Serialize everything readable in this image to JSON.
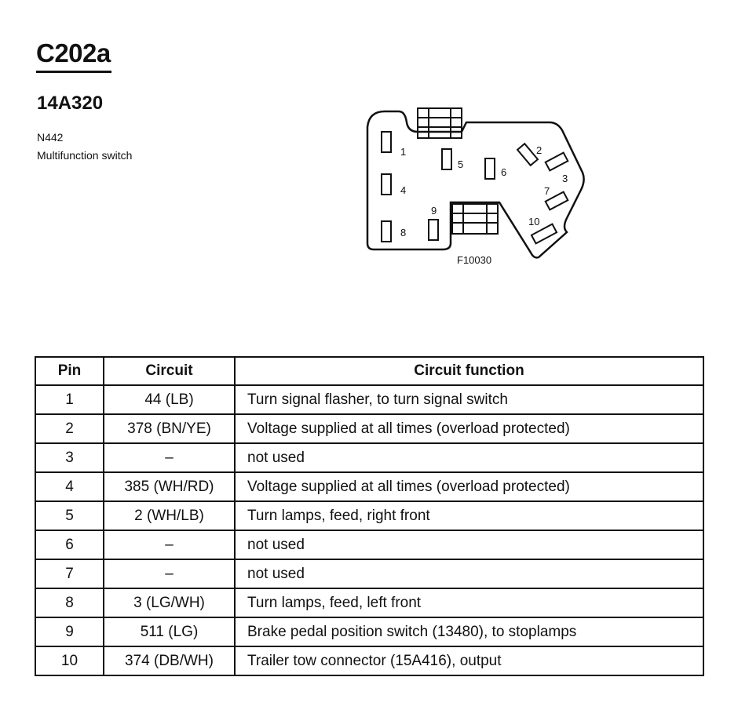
{
  "header": {
    "connector_id": "C202a",
    "part_number": "14A320",
    "connector_code": "N442",
    "connector_name": "Multifunction switch"
  },
  "diagram": {
    "figure_label": "F10030",
    "pin_labels": [
      "1",
      "2",
      "3",
      "4",
      "5",
      "6",
      "7",
      "8",
      "9",
      "10"
    ]
  },
  "table": {
    "headers": [
      "Pin",
      "Circuit",
      "Circuit function"
    ],
    "rows": [
      {
        "pin": "1",
        "circuit": "44 (LB)",
        "function": "Turn signal flasher, to turn signal switch"
      },
      {
        "pin": "2",
        "circuit": "378 (BN/YE)",
        "function": "Voltage supplied at all times (overload protected)"
      },
      {
        "pin": "3",
        "circuit": "–",
        "function": "not used"
      },
      {
        "pin": "4",
        "circuit": "385 (WH/RD)",
        "function": "Voltage supplied at all times (overload protected)"
      },
      {
        "pin": "5",
        "circuit": "2 (WH/LB)",
        "function": "Turn lamps, feed, right front"
      },
      {
        "pin": "6",
        "circuit": "–",
        "function": "not used"
      },
      {
        "pin": "7",
        "circuit": "–",
        "function": "not used"
      },
      {
        "pin": "8",
        "circuit": "3 (LG/WH)",
        "function": "Turn lamps, feed, left front"
      },
      {
        "pin": "9",
        "circuit": "511 (LG)",
        "function": "Brake pedal position switch (13480), to stoplamps"
      },
      {
        "pin": "10",
        "circuit": "374 (DB/WH)",
        "function": "Trailer tow connector (15A416), output"
      }
    ]
  }
}
